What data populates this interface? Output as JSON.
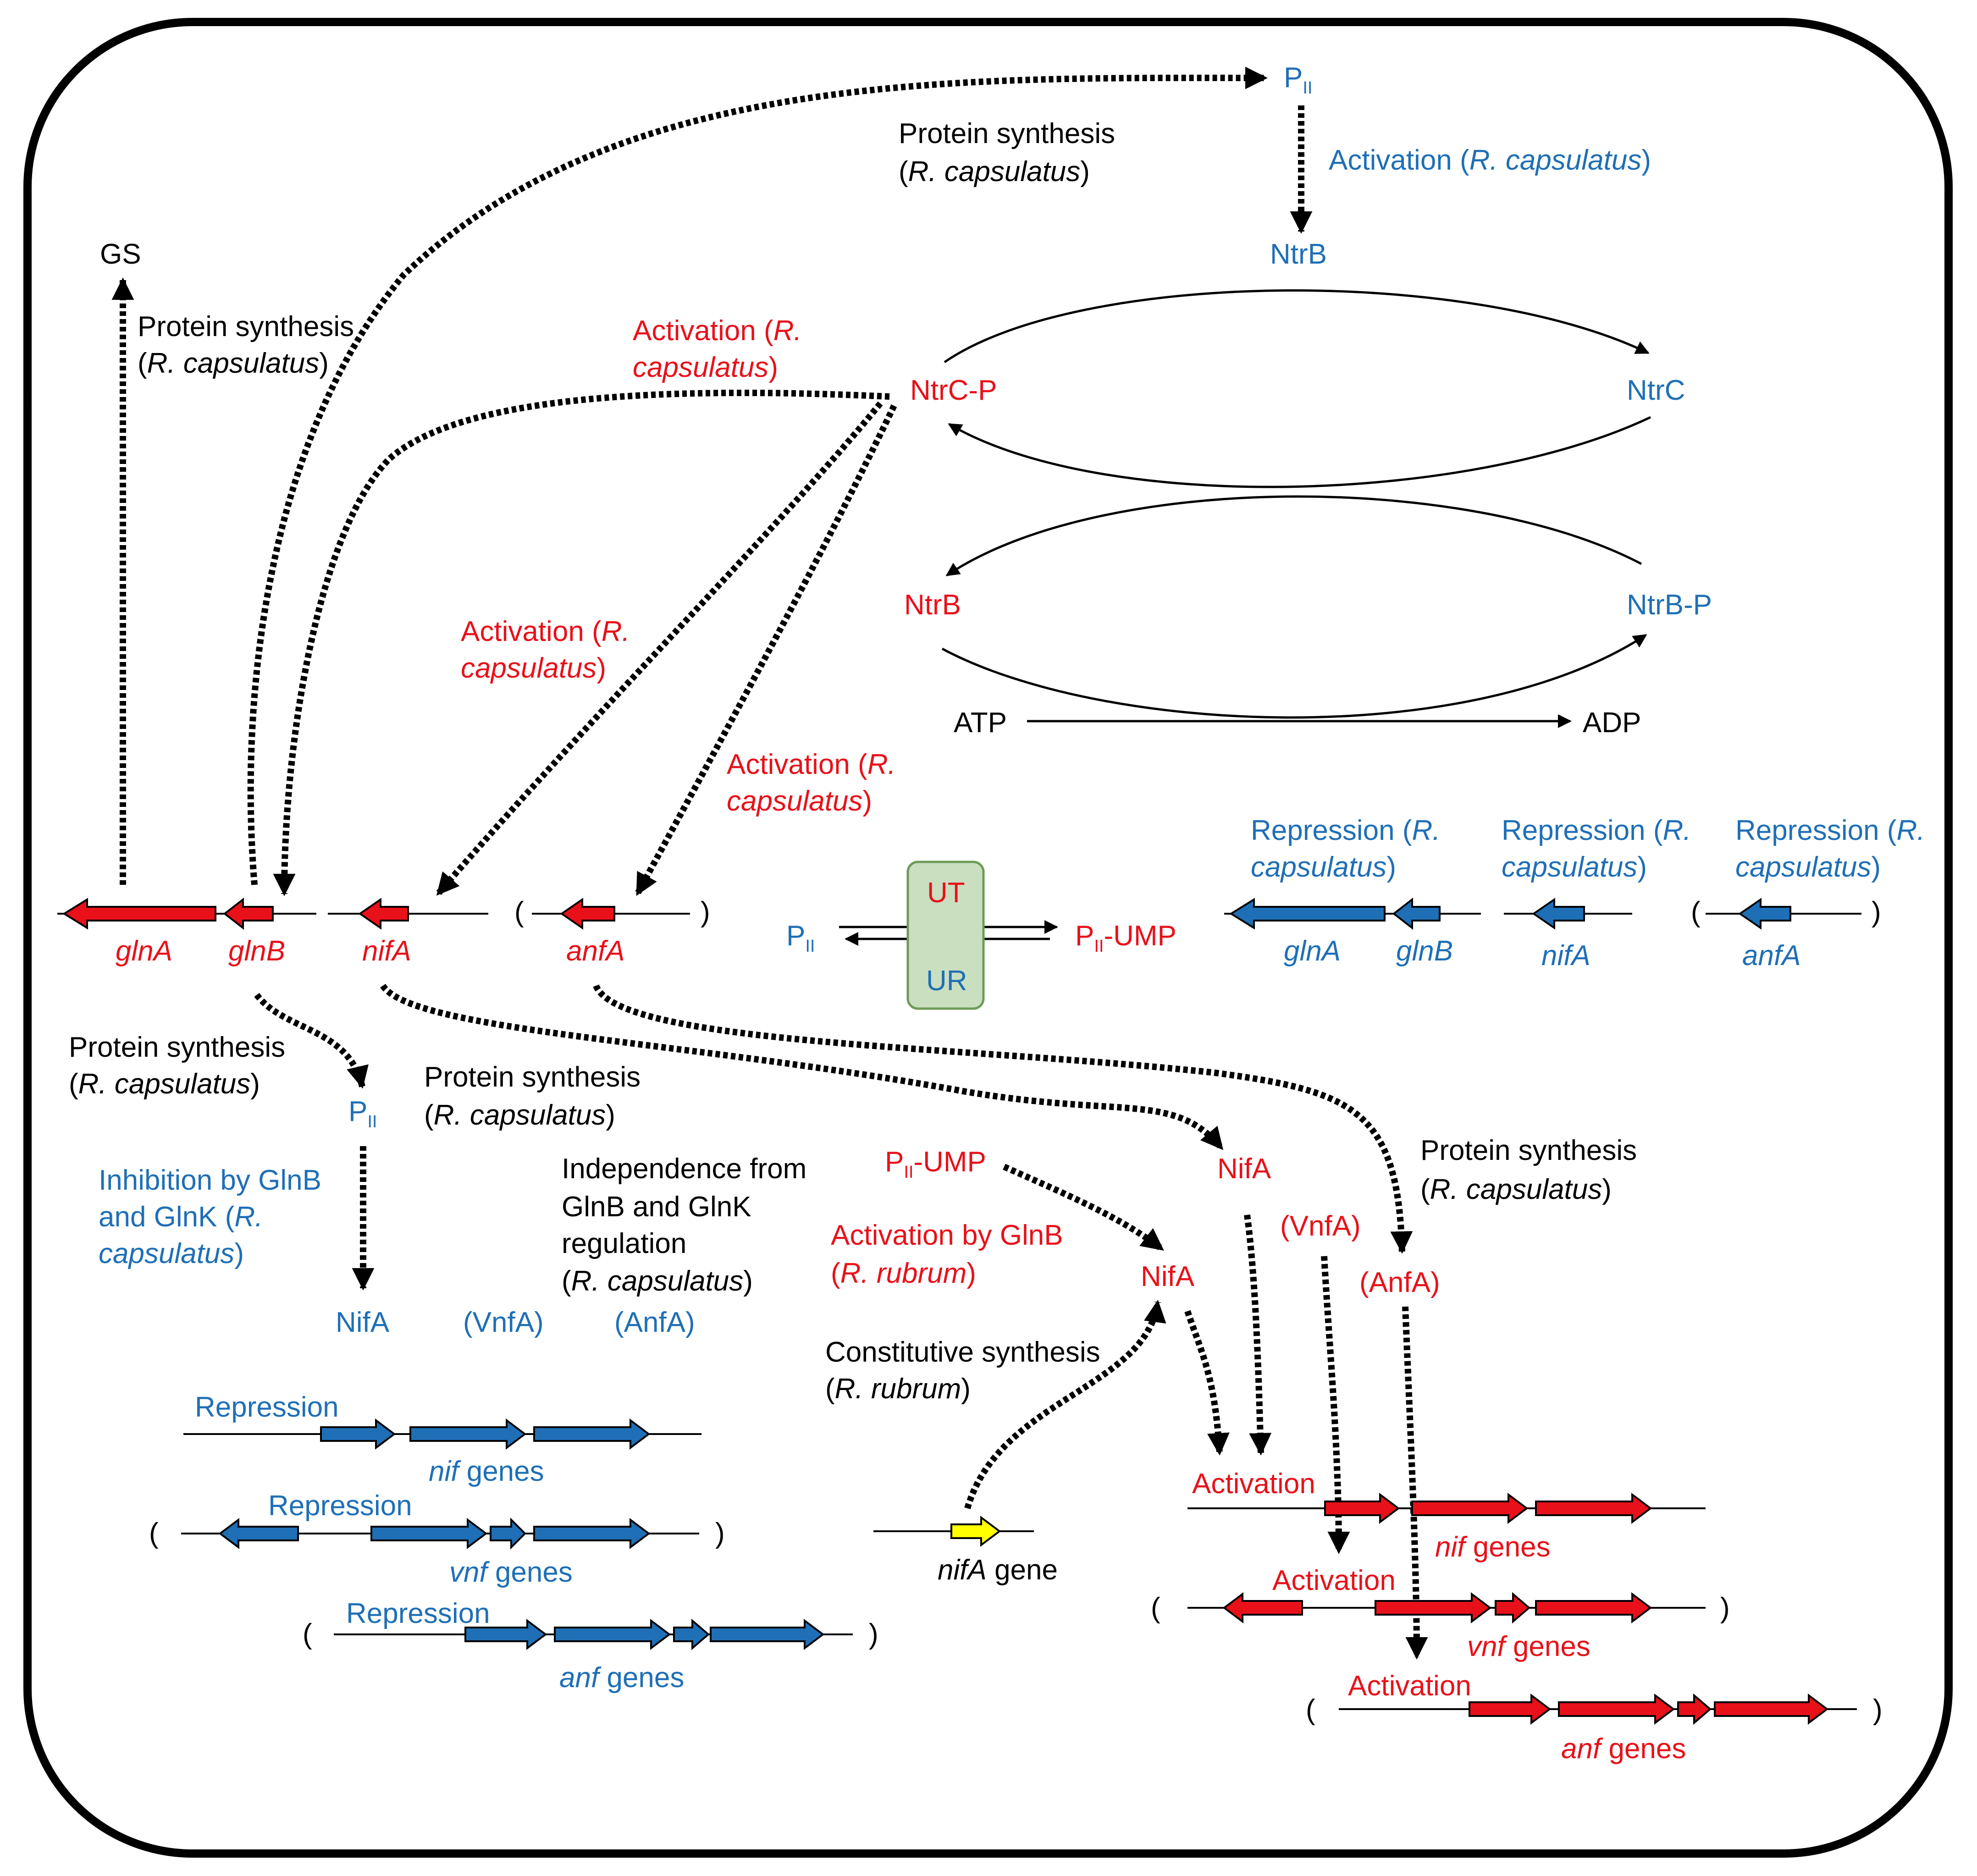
{
  "colors": {
    "repression_blue": "#1f6fb6",
    "activation_red": "#e8111a",
    "gene_blue": "#1f6fb6",
    "gene_red": "#e8111a",
    "nifA_gene_yellow": "#ffff00",
    "ut_ur_box_fill": "#c9dfc0",
    "ut_ur_box_stroke": "#6e9a57"
  },
  "labels": {
    "ps_top_1": "Protein synthesis",
    "ps_top_2": "R. capsulatus",
    "pii_top": "P",
    "pii_top_sub": "II",
    "act_pii_a": "Activation",
    "act_pii_b": "R. capsulatus",
    "ntrb_top": "NtrB",
    "gs": "GS",
    "ps_gs_1": "Protein synthesis",
    "ps_gs_2": "R. capsulatus",
    "act_ntrc_1a": "Activation",
    "act_ntrc_1b": "R.",
    "act_ntrc_2": "capsulatus",
    "ntrcp": "NtrC-P",
    "ntrc": "NtrC",
    "ntrb_red": "NtrB",
    "ntrbp": "NtrB-P",
    "atp": "ATP",
    "adp": "ADP",
    "act_nifA_1a": "Activation",
    "act_nifA_1b": "R.",
    "act_nifA_2": "capsulatus",
    "act_anfA_1a": "Activation",
    "act_anfA_1b": "R.",
    "act_anfA_2": "capsulatus",
    "gene_glnA_red": "glnA",
    "gene_glnB_red": "glnB",
    "gene_nifA_red": "nifA",
    "gene_anfA_red": "anfA",
    "ut": "UT",
    "ur": "UR",
    "pii_ut": "P",
    "pii_ut_sub": "II",
    "piiump_right": "P",
    "piiump_right_sub": "II",
    "piiump_right_suffix": "-UMP",
    "repr1_a": "Repression",
    "repr1_b": "R.",
    "repr1_c": "capsulatus",
    "repr2_a": "Repression",
    "repr2_b": "R.",
    "repr2_c": "capsulatus",
    "repr3_a": "Repression",
    "repr3_b": "R.",
    "repr3_c": "capsulatus",
    "gene_glnA_blue": "glnA",
    "gene_glnB_blue": "glnB",
    "gene_nifA_blue": "nifA",
    "gene_anfA_blue": "anfA",
    "ps_left_1": "Protein synthesis",
    "ps_left_2": "R. capsulatus",
    "pii_mid": "P",
    "pii_mid_sub": "II",
    "ps_mid_1": "Protein synthesis",
    "ps_mid_2": "R. capsulatus",
    "inh_1": "Inhibition  by GlnB",
    "inh_2a": "and GlnK",
    "inh_2b": "R.",
    "inh_3": "capsulatus",
    "indep_1": "Independence  from",
    "indep_2": "GlnB and GlnK",
    "indep_3": "regulation",
    "indep_4": "R. capsulatus",
    "nifa_blue": "NifA",
    "vnfa_blue": "(VnfA)",
    "anfa_blue": "(AnfA)",
    "piiump_mid": "P",
    "piiump_mid_sub": "II",
    "piiump_mid_suffix": "-UMP",
    "act_glnb_1": "Activation  by GlnB",
    "act_glnb_2": "R. rubrum",
    "nifa_red_mid": "NifA",
    "nifa_red_top": "NifA",
    "vnfa_red": "(VnfA)",
    "anfa_red": "(AnfA)",
    "ps_right_1": "Protein synthesis",
    "ps_right_2": "R. capsulatus",
    "const_1": "Constitutive synthesis",
    "const_2": "R. rubrum",
    "repression_nif": "Repression",
    "nif_genes_blue_a": "nif",
    "nif_genes_blue_b": "genes",
    "repression_vnf": "Repression",
    "vnf_genes_blue_a": "vnf",
    "vnf_genes_blue_b": "genes",
    "repression_anf": "Repression",
    "anf_genes_blue_a": "anf",
    "anf_genes_blue_b": "genes",
    "nifA_gene_a": "nifA",
    "nifA_gene_b": "gene",
    "activation_nif": "Activation",
    "nif_genes_red_a": "nif",
    "nif_genes_red_b": "genes",
    "activation_vnf": "Activation",
    "vnf_genes_red_a": "vnf",
    "vnf_genes_red_b": "genes",
    "activation_anf": "Activation",
    "anf_genes_red_a": "anf",
    "anf_genes_red_b": "genes",
    "paren_open": "(",
    "paren_close": ")"
  }
}
